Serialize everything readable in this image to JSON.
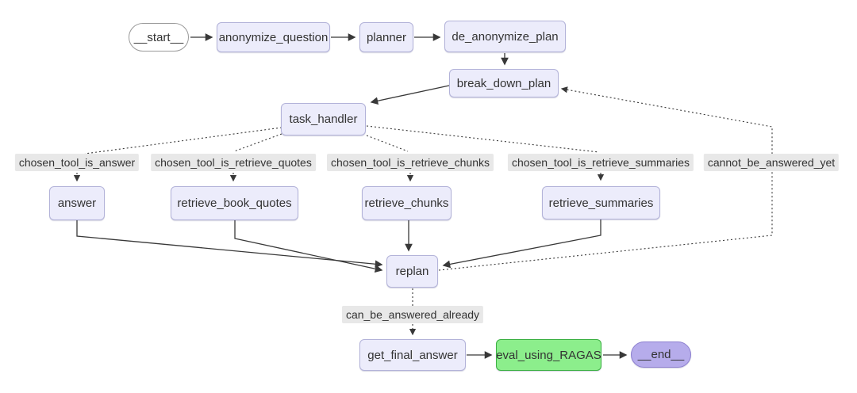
{
  "nodes": {
    "start": {
      "label": "__start__"
    },
    "anonymize_question": {
      "label": "anonymize_question"
    },
    "planner": {
      "label": "planner"
    },
    "de_anonymize_plan": {
      "label": "de_anonymize_plan"
    },
    "break_down_plan": {
      "label": "break_down_plan"
    },
    "task_handler": {
      "label": "task_handler"
    },
    "answer": {
      "label": "answer"
    },
    "retrieve_book_quotes": {
      "label": "retrieve_book_quotes"
    },
    "retrieve_chunks": {
      "label": "retrieve_chunks"
    },
    "retrieve_summaries": {
      "label": "retrieve_summaries"
    },
    "replan": {
      "label": "replan"
    },
    "get_final_answer": {
      "label": "get_final_answer"
    },
    "eval_using_RAGAS": {
      "label": "eval_using_RAGAS"
    },
    "end": {
      "label": "__end__"
    }
  },
  "edge_labels": {
    "chosen_tool_is_answer": "chosen_tool_is_answer",
    "chosen_tool_is_retrieve_quotes": "chosen_tool_is_retrieve_quotes",
    "chosen_tool_is_retrieve_chunks": "chosen_tool_is_retrieve_chunks",
    "chosen_tool_is_retrieve_summaries": "chosen_tool_is_retrieve_summaries",
    "cannot_be_answered_yet": "cannot_be_answered_yet",
    "can_be_answered_already": "can_be_answered_already"
  },
  "colors": {
    "canvas_bg": "#ffffff",
    "node_fill": "#ececfb",
    "node_border": "#b3b3d9",
    "node_text": "#333333",
    "start_fill": "#ffffff",
    "start_border": "#999999",
    "end_fill": "#b6aceb",
    "end_border": "#8d80d0",
    "eval_fill": "#8cee8c",
    "eval_border": "#3cb043",
    "edge_label_bg": "#e8e8e8",
    "edge_color": "#383838"
  }
}
